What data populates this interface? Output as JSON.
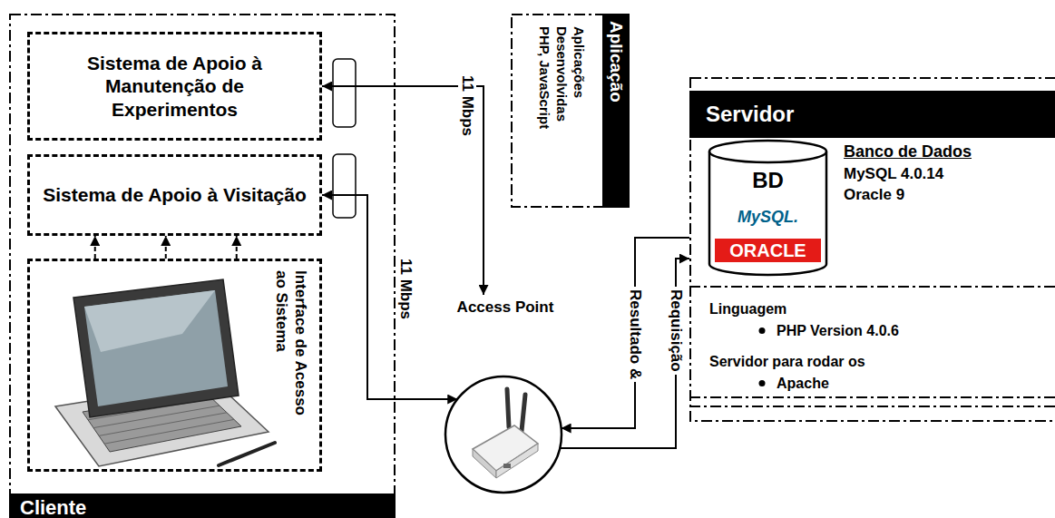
{
  "diagram": {
    "nodes": [
      {
        "text": [
          "Cliente"
        ]
      },
      {
        "text": [
          "Sistema de Apoio à Manutenção de Experimentos"
        ],
        "in": 0
      },
      {
        "text": [
          "Sistema de Apoio à Visitação"
        ],
        "in": 0
      },
      {
        "text": [
          "Interface de Acesso ao Sistema"
        ],
        "in": 0
      },
      {
        "text": [
          "Aplicação",
          "Aplicações Desenvolvidas PHP, JavaScript"
        ]
      },
      {
        "text": [
          "Servidor",
          "Banco de Dados",
          "MySQL 4.0.14",
          "Oracle 9"
        ]
      },
      {
        "text": [
          "BD",
          "MySQL.",
          "ORACLE"
        ],
        "in": 5
      },
      {
        "text": [
          "Linguagem",
          "PHP Version 4.0.6",
          "Servidor para rodar os",
          "Apache"
        ],
        "in": 5
      },
      {
        "text": [
          "Access Point"
        ]
      }
    ],
    "edges": [
      {
        "from": 1,
        "to": 8,
        "arrow": "both",
        "label": "11 Mbps"
      },
      {
        "from": 2,
        "to": 8,
        "arrow": "both",
        "label": "11 Mbps"
      },
      {
        "from": 3,
        "to": 2,
        "arrow": "to"
      },
      {
        "from": 3,
        "to": 2,
        "arrow": "to"
      },
      {
        "from": 3,
        "to": 2,
        "arrow": "to"
      },
      {
        "from": 5,
        "to": 8,
        "arrow": "to",
        "label": "Resultado &"
      },
      {
        "from": 8,
        "to": 5,
        "arrow": "to",
        "label": "Requisição"
      }
    ]
  }
}
